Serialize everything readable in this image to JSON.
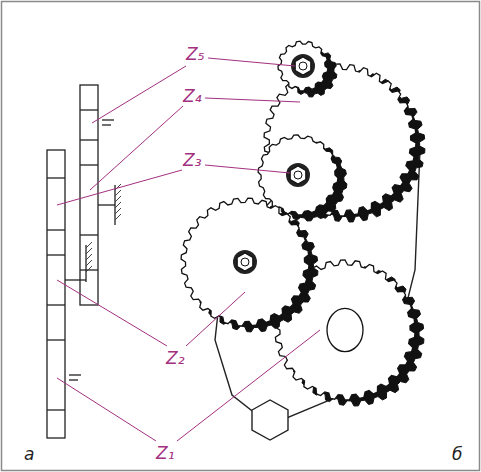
{
  "diagram": {
    "labels": [
      "Z₅",
      "Z₄",
      "Z₃",
      "Z₂",
      "Z₁",
      "а",
      "б"
    ]
  }
}
